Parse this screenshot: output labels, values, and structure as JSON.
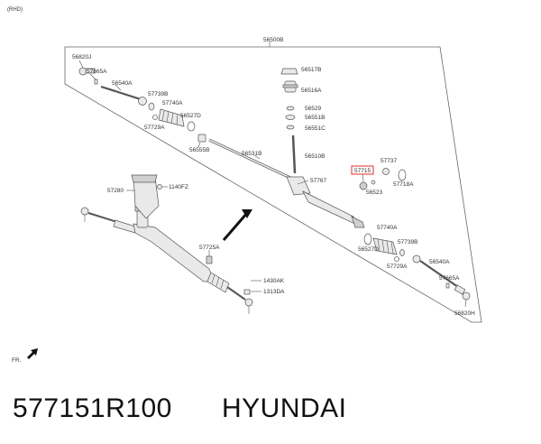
{
  "header": {
    "variant": "(RHD)"
  },
  "assembly_label": "56500B",
  "callouts": {
    "c56820J": "56820J",
    "c57665A_top": "57665A",
    "c56540A_top": "56540A",
    "c57739B_top": "57739B",
    "c57740A_top": "57740A",
    "c56527D_top": "56527D",
    "c57729A_top": "57729A",
    "c56555B": "56555B",
    "c56531B": "56531B",
    "c56517B": "56517B",
    "c56516A": "56516A",
    "c56529": "56529",
    "c56551B": "56551B",
    "c56551C": "56551C",
    "c56510B": "56510B",
    "c57767": "57767",
    "c57715": "57715",
    "c57737": "57737",
    "c57718A": "57718A",
    "c56523": "56523",
    "c57280": "57280",
    "c1140FZ": "1140FZ",
    "c57725A": "57725A",
    "c57740A_bot": "57740A",
    "c56527D_bot": "56527D",
    "c57739B_bot": "57739B",
    "c56540A_bot": "56540A",
    "c57729A_bot": "57729A",
    "c57665A_bot": "57665A",
    "c56820H": "56820H",
    "c1430AK": "1430AK",
    "c1313DA": "1313DA"
  },
  "orientation": {
    "label": "FR."
  },
  "footer": {
    "part_number": "577151R100",
    "brand": "HYUNDAI"
  },
  "colors": {
    "highlight": "#e0302a",
    "line": "#555555"
  }
}
